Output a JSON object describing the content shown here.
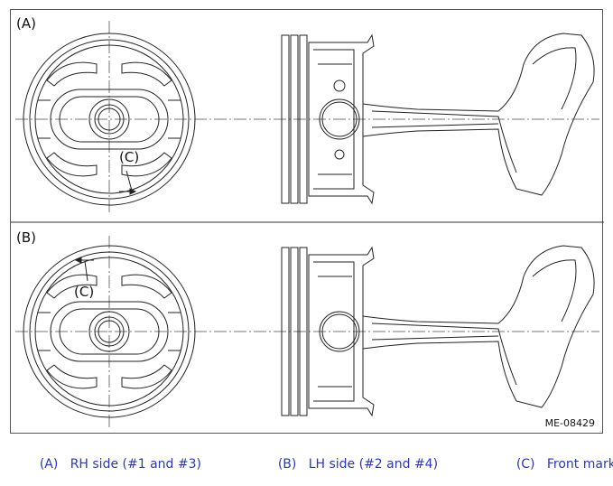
{
  "figure": {
    "panels": [
      {
        "label": "(A)",
        "callout": "(C)"
      },
      {
        "label": "(B)",
        "callout": "(C)"
      }
    ],
    "figure_id": "ME-08429"
  },
  "legend": [
    {
      "key": "(A)",
      "text": "RH side (#1 and #3)"
    },
    {
      "key": "(B)",
      "text": "LH side (#2 and #4)"
    },
    {
      "key": "(C)",
      "text": "Front mark"
    }
  ],
  "colors": {
    "legend_text": "#2a3aa6",
    "line": "#222222",
    "center_line": "#666666"
  }
}
